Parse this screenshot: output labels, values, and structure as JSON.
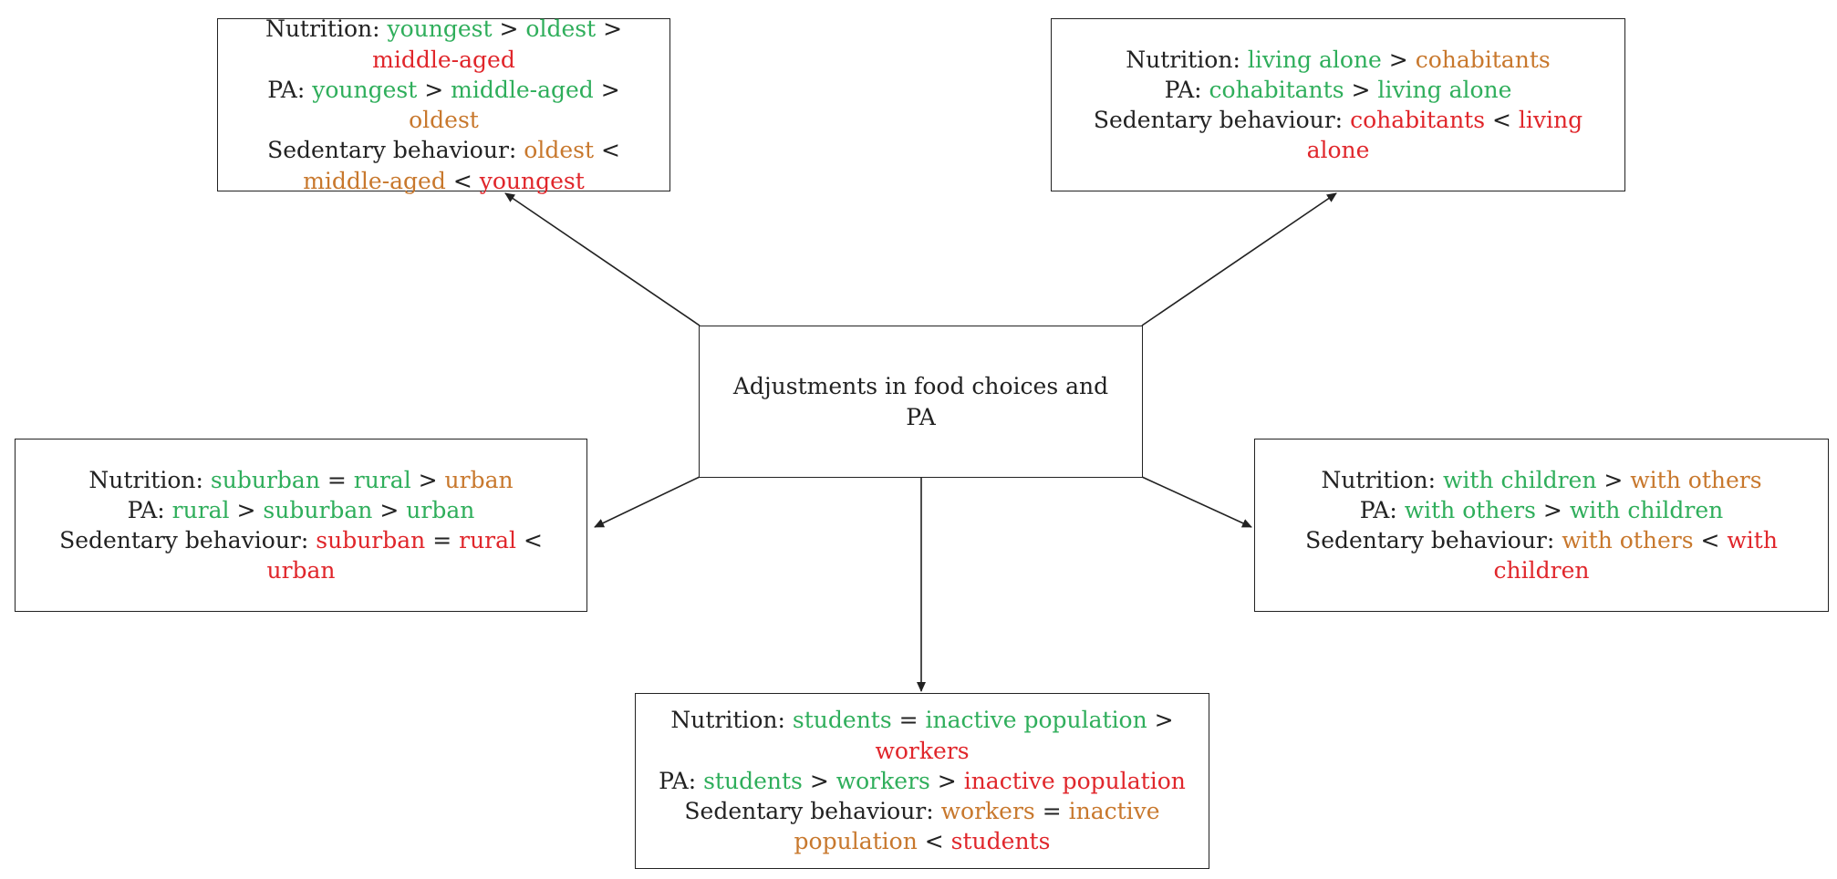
{
  "colors": {
    "green": "#2fae5b",
    "orange": "#c8782d",
    "red": "#e0262b",
    "black": "#222222"
  },
  "center": {
    "text": "Adjustments in food choices and PA"
  },
  "boxes": {
    "age": {
      "nutrition": {
        "label": "Nutrition:",
        "a": "youngest",
        "op1": ">",
        "b": "oldest",
        "op2": ">",
        "c": "middle-aged"
      },
      "pa": {
        "label": "PA:",
        "a": "youngest",
        "op1": ">",
        "b": "middle-aged",
        "op2": ">",
        "c": "oldest"
      },
      "sedentary": {
        "label": "Sedentary behaviour:",
        "a": "oldest",
        "op1": "<",
        "b": "middle-aged",
        "op2": "<",
        "c": "youngest"
      }
    },
    "living": {
      "nutrition": {
        "label": "Nutrition:",
        "a": "living alone",
        "op1": ">",
        "b": "cohabitants"
      },
      "pa": {
        "label": "PA:",
        "a": "cohabitants",
        "op1": ">",
        "b": "living alone"
      },
      "sedentary": {
        "label": "Sedentary behaviour:",
        "a": "cohabitants",
        "op1": "<",
        "b": "living alone"
      }
    },
    "area": {
      "nutrition": {
        "label": "Nutrition:",
        "a": "suburban",
        "op1": "=",
        "b": "rural",
        "op2": ">",
        "c": "urban"
      },
      "pa": {
        "label": "PA:",
        "a": "rural",
        "op1": ">",
        "b": "suburban",
        "op2": ">",
        "c": "urban"
      },
      "sedentary": {
        "label": "Sedentary behaviour:",
        "a": "suburban",
        "op1": "=",
        "b": "rural",
        "op2": "<",
        "c": "urban"
      }
    },
    "children": {
      "nutrition": {
        "label": "Nutrition:",
        "a": "with children",
        "op1": ">",
        "b": "with others"
      },
      "pa": {
        "label": "PA:",
        "a": "with others",
        "op1": ">",
        "b": "with children"
      },
      "sedentary": {
        "label": "Sedentary behaviour:",
        "a": "with others",
        "op1": "<",
        "b": "with children"
      }
    },
    "occupation": {
      "nutrition": {
        "label": "Nutrition:",
        "a": "students",
        "op1": "=",
        "b": "inactive population",
        "op2": ">",
        "c": "workers"
      },
      "pa": {
        "label": "PA:",
        "a": "students",
        "op1": ">",
        "b": "workers",
        "op2": ">",
        "c": "inactive population"
      },
      "sedentary": {
        "label": "Sedentary behaviour:",
        "a": "workers",
        "op1": "=",
        "b": "inactive population",
        "op2": "<",
        "c": "students"
      }
    }
  }
}
